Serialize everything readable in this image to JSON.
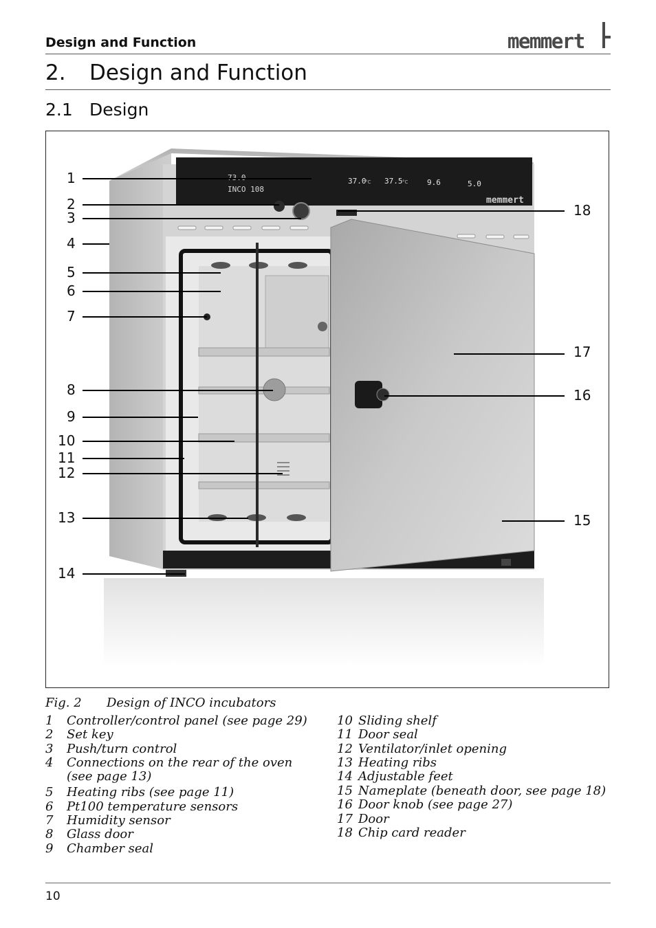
{
  "header": {
    "section_label": "Design and Function",
    "brand": "memmert"
  },
  "heading1": {
    "number": "2.",
    "title": "Design and Function"
  },
  "heading2": {
    "number": "2.1",
    "title": "Design"
  },
  "figure": {
    "display": {
      "left_upper": "73.0",
      "left_lower": "INCO  108",
      "value_a": "37.0",
      "unit_a": "°C",
      "value_b": "37.5",
      "unit_b": "°C",
      "value_c": "9.6",
      "value_d": "5.0",
      "brand": "memmert"
    },
    "callouts_left": [
      "1",
      "2",
      "3",
      "4",
      "5",
      "6",
      "7",
      "8",
      "9",
      "10",
      "11",
      "12",
      "13",
      "14"
    ],
    "callouts_right": [
      "18",
      "17",
      "16",
      "15"
    ]
  },
  "caption": {
    "fig_label": "Fig. 2",
    "title": "Design of INCO incubators"
  },
  "legend_left": [
    {
      "n": "1",
      "text": "Controller/control panel (see page 29)"
    },
    {
      "n": "2",
      "text": "Set key"
    },
    {
      "n": "3",
      "text": "Push/turn control"
    },
    {
      "n": "4",
      "text": "Connections on the rear of the oven"
    },
    {
      "n": "",
      "text": "(see page 13)"
    },
    {
      "n": "5",
      "text": "Heating ribs (see page 11)"
    },
    {
      "n": "6",
      "text": "Pt100 temperature sensors"
    },
    {
      "n": "7",
      "text": "Humidity sensor"
    },
    {
      "n": "8",
      "text": "Glass door"
    },
    {
      "n": "9",
      "text": "Chamber seal"
    }
  ],
  "legend_right": [
    {
      "n": "10",
      "text": "Sliding shelf"
    },
    {
      "n": "11",
      "text": "Door seal"
    },
    {
      "n": "12",
      "text": "Ventilator/inlet opening"
    },
    {
      "n": "13",
      "text": "Heating ribs"
    },
    {
      "n": "14",
      "text": "Adjustable feet"
    },
    {
      "n": "15",
      "text": "Nameplate (beneath door, see page 18)"
    },
    {
      "n": "16",
      "text": "Door knob (see page 27)"
    },
    {
      "n": "17",
      "text": "Door"
    },
    {
      "n": "18",
      "text": "Chip card reader"
    }
  ],
  "footer": {
    "page_number": "10"
  }
}
